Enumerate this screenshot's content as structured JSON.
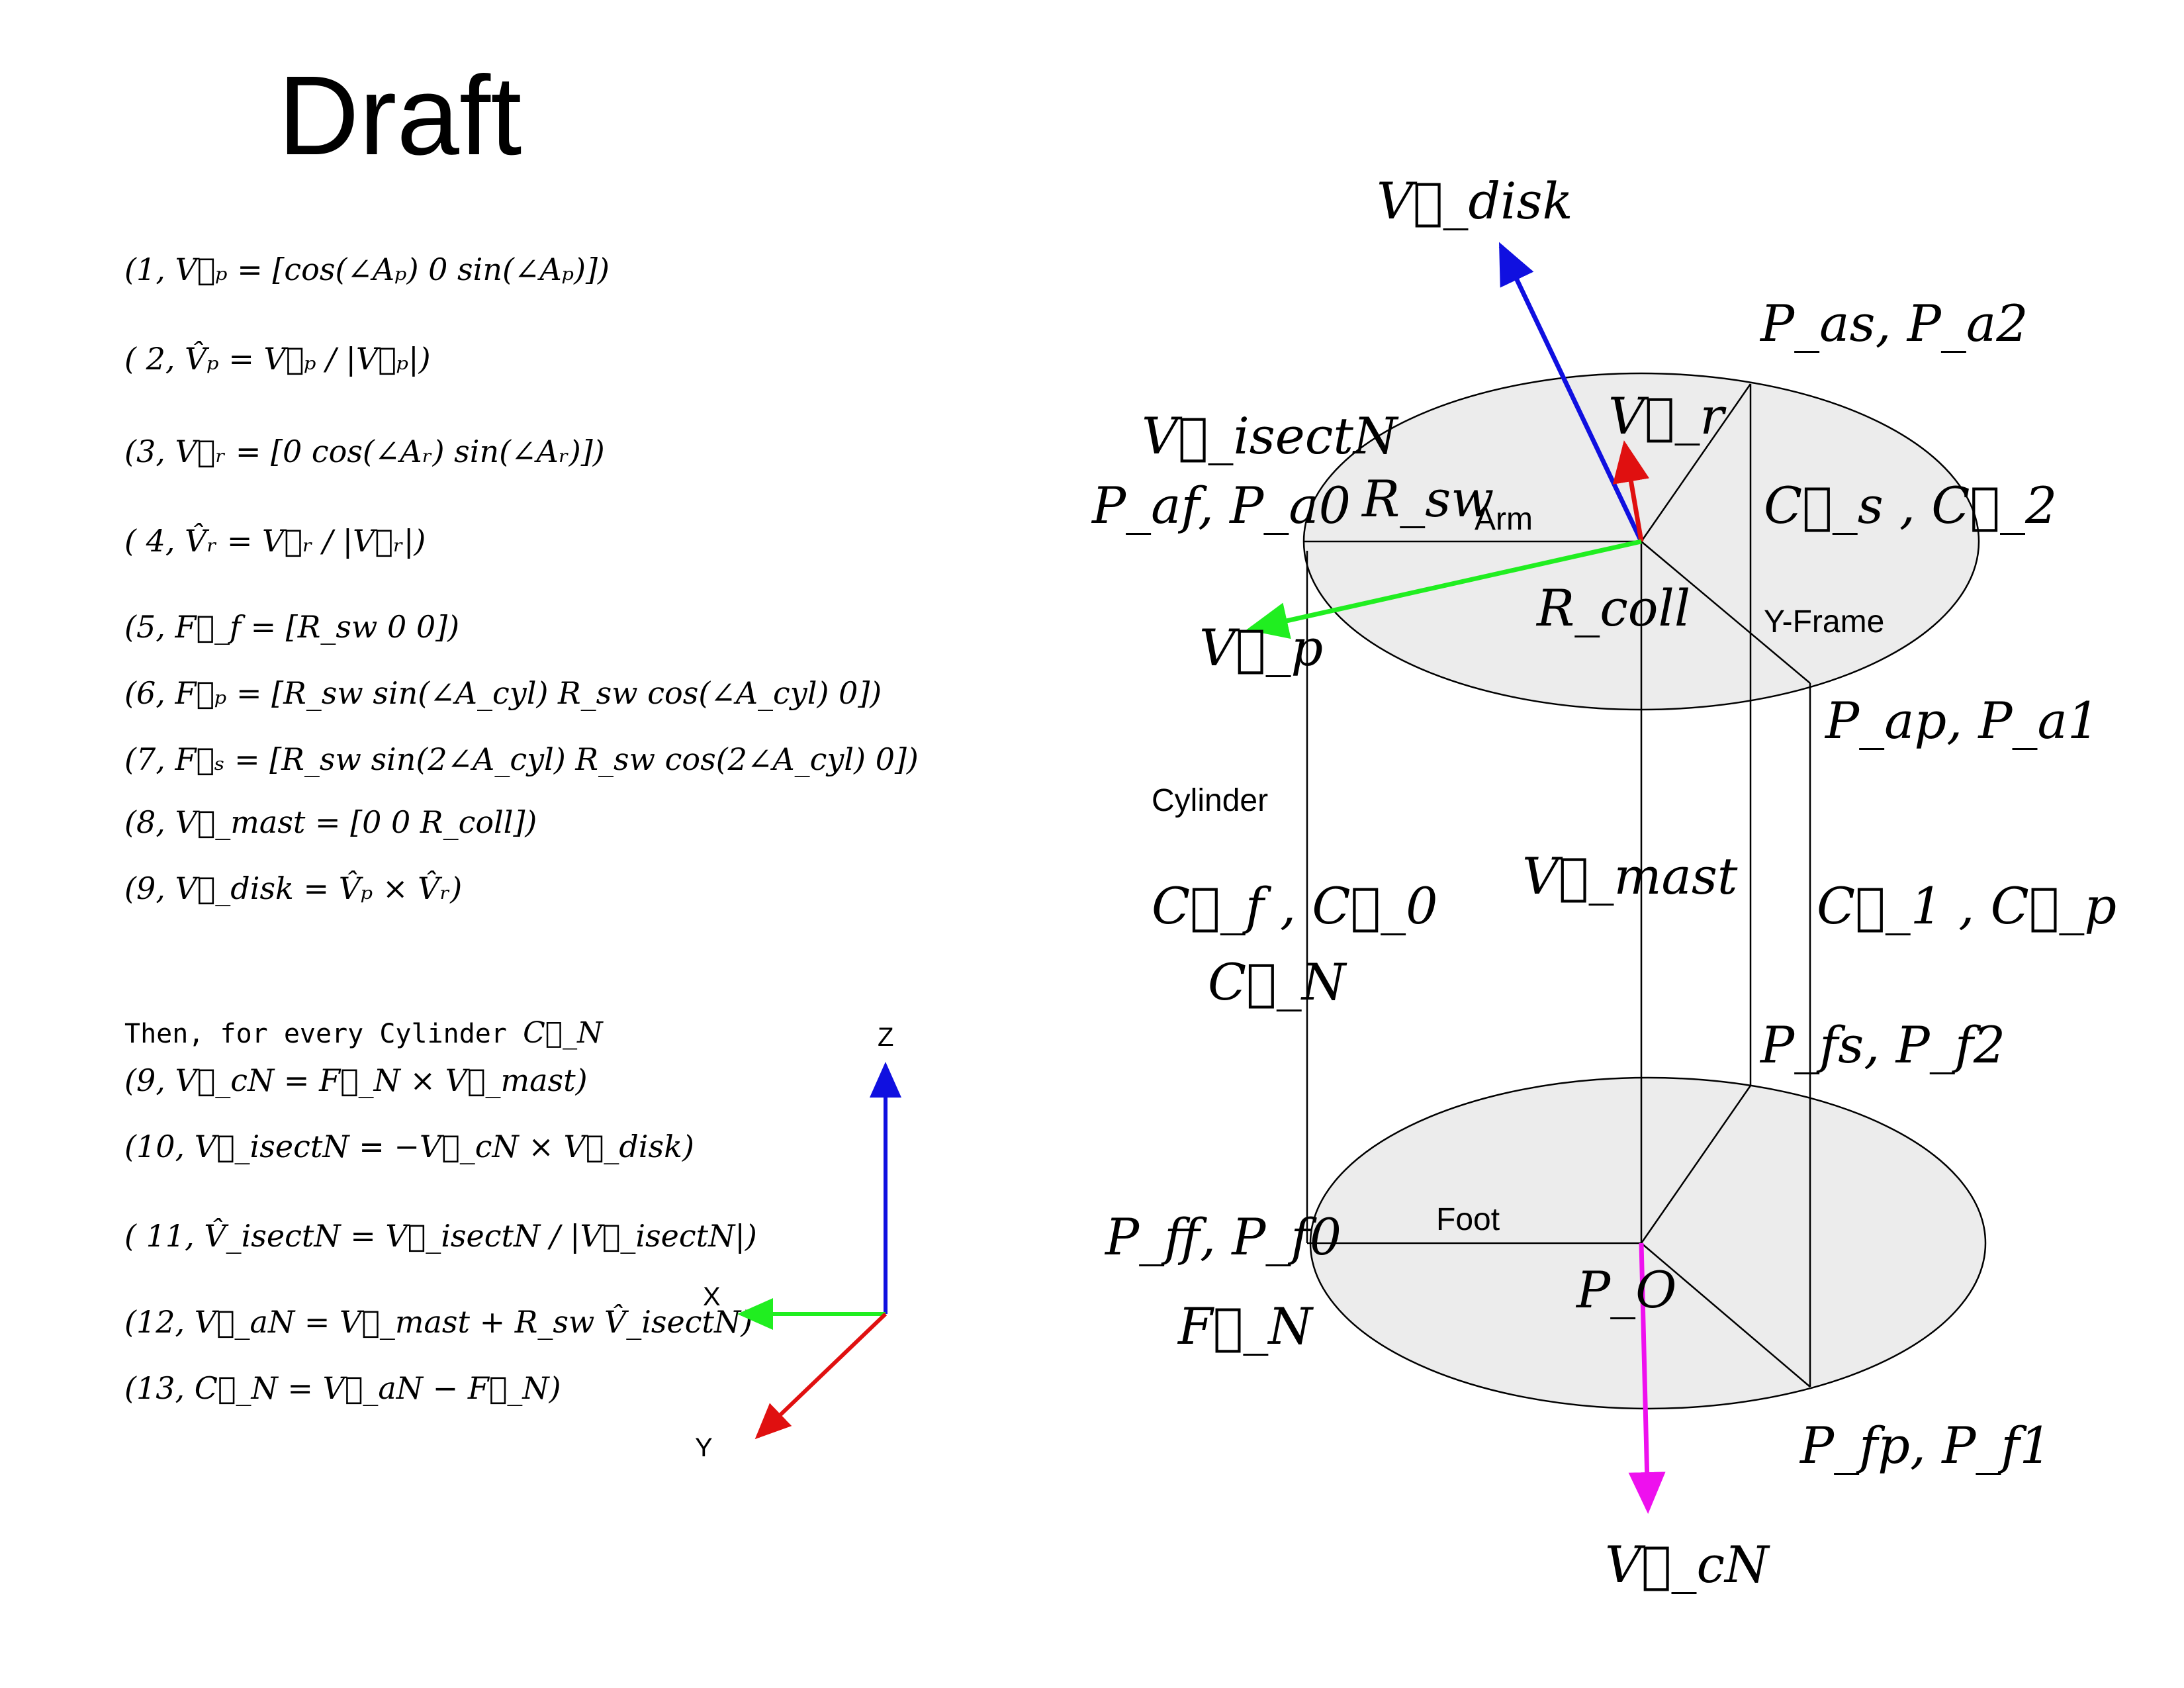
{
  "title": "Draft",
  "equations": [
    "(1, V⃗ₚ = [cos(∠Aₚ)   0   sin(∠Aₚ)])",
    "( 2, V̂ₚ = V⃗ₚ / |V⃗ₚ|)",
    "(3, V⃗ᵣ = [0   cos(∠Aᵣ)   sin(∠Aᵣ)])",
    "( 4, V̂ᵣ = V⃗ᵣ / |V⃗ᵣ|)",
    "(5, F⃗_f = [R_sw   0   0])",
    "(6, F⃗ₚ = [R_sw sin(∠A_cyl)   R_sw cos(∠A_cyl)   0])",
    "(7, F⃗ₛ = [R_sw sin(2∠A_cyl)   R_sw cos(2∠A_cyl)   0])",
    "(8, V⃗_mast = [0   0   R_coll])",
    "(9, V⃗_disk = V̂ₚ × V̂ᵣ)"
  ],
  "then_text": "Then, for every Cylinder",
  "then_symbol": "C⃗_N",
  "equations2": [
    "(9, V⃗_cN = F⃗_N × V⃗_mast)",
    "(10, V⃗_isectN = −V⃗_cN × V⃗_disk)",
    "( 11, V̂_isectN = V⃗_isectN / |V⃗_isectN|)",
    "(12, V⃗_aN = V⃗_mast + R_sw V̂_isectN)",
    "(13, C⃗_N = V⃗_aN − F⃗_N)"
  ],
  "axes": {
    "z": "Z",
    "x": "X",
    "y": "Y"
  },
  "labels": {
    "v_disk": "V⃗_disk",
    "p_as": "P_as,  P_a2",
    "v_isectn": "V⃗_isectN",
    "p_af": "P_af,  P_a0",
    "r_sw": "R_sw",
    "arm": "Arm",
    "v_r": "V⃗_r",
    "c_s": "C⃗_s , C⃗_2",
    "r_coll": "R_coll",
    "y_frame": "Y-Frame",
    "v_p": "V⃗_p",
    "p_ap": "P_ap,  P_a1",
    "cylinder": "Cylinder",
    "c_f": "C⃗_f , C⃗_0",
    "c_n": "C⃗_N",
    "v_mast": "V⃗_mast",
    "c_1": "C⃗_1 , C⃗_p",
    "p_fs": "P_fs,  P_f2",
    "foot": "Foot",
    "p_ff": "P_ff,  P_f0",
    "f_n": "F⃗_N",
    "p_o": "P_O",
    "p_fp": "P_fp,  P_f1",
    "v_cn": "V⃗_cN"
  },
  "colors": {
    "blue": "#1010e0",
    "red": "#e01010",
    "green": "#20ee20",
    "magenta": "#ee10ee",
    "fill": "#ececec"
  }
}
